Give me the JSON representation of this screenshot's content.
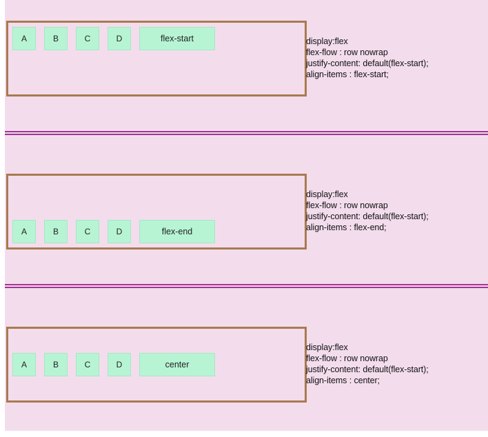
{
  "sections": [
    {
      "items": [
        "A",
        "B",
        "C",
        "D",
        "flex-start"
      ],
      "lines": [
        "display:flex",
        "flex-flow : row nowrap",
        "justify-content: default(flex-start);",
        "align-items : flex-start;"
      ]
    },
    {
      "items": [
        "A",
        "B",
        "C",
        "D",
        "flex-end"
      ],
      "lines": [
        "display:flex",
        "flex-flow : row nowrap",
        "justify-content: default(flex-start);",
        "align-items : flex-end;"
      ]
    },
    {
      "items": [
        "A",
        "B",
        "C",
        "D",
        "center"
      ],
      "lines": [
        "display:flex",
        "flex-flow : row nowrap",
        "justify-content: default(flex-start);",
        "align-items : center;"
      ]
    }
  ],
  "colors": {
    "background": "#f3dded",
    "box_border": "#a87a50",
    "item_fill": "#b7f4d4",
    "divider": "#a23494"
  }
}
